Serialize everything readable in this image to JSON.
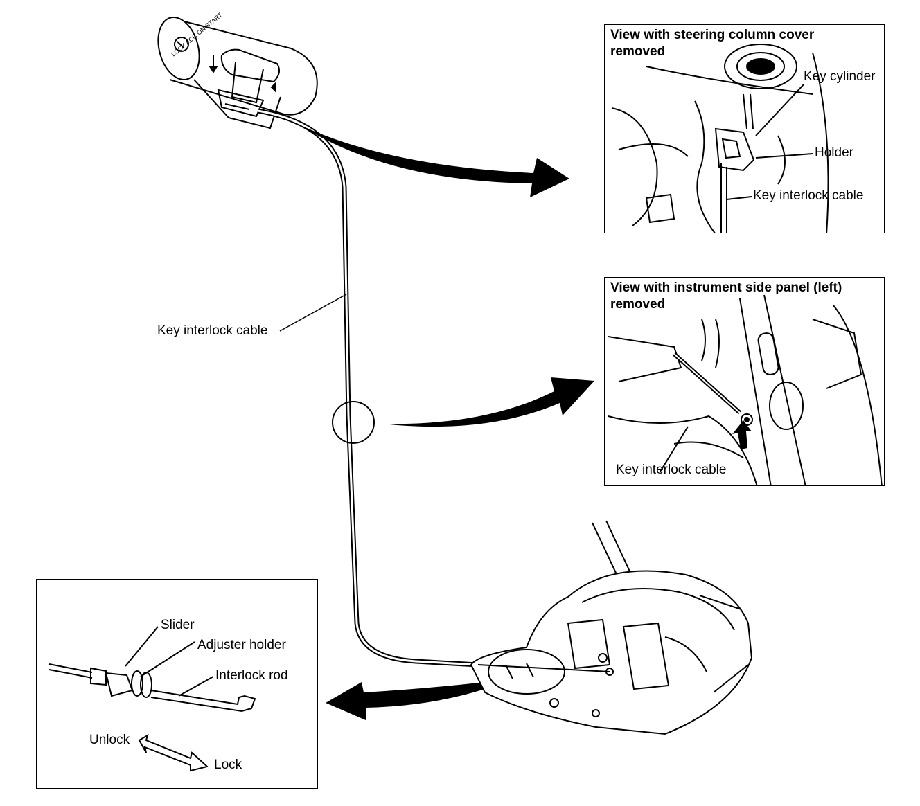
{
  "main_labels": {
    "key_interlock_cable": "Key interlock cable"
  },
  "ignition": {
    "positions_text": "LOCK ACC ON START"
  },
  "panel_steering": {
    "title": "View with steering column cover\nremoved",
    "key_cylinder": "Key cylinder",
    "holder": "Holder",
    "key_interlock_cable": "Key interlock cable"
  },
  "panel_instrument": {
    "title": "View with instrument side panel (left)\nremoved",
    "key_interlock_cable": "Key interlock cable"
  },
  "panel_adjuster": {
    "slider": "Slider",
    "adjuster_holder": "Adjuster holder",
    "interlock_rod": "Interlock rod",
    "unlock": "Unlock",
    "lock": "Lock"
  }
}
